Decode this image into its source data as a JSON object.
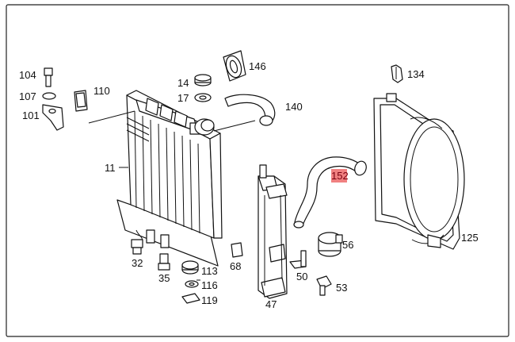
{
  "diagram": {
    "labels": {
      "p104": "104",
      "p107": "107",
      "p101": "101",
      "p110": "110",
      "p14": "14",
      "p17": "17",
      "p146": "146",
      "p140": "140",
      "p134": "134",
      "p11": "11",
      "p152": "152",
      "p56": "56",
      "p125": "125",
      "p32": "32",
      "p35": "35",
      "p113": "113",
      "p116": "116",
      "p119": "119",
      "p68": "68",
      "p50": "50",
      "p53": "53",
      "p47": "47"
    },
    "highlight": {
      "part": "152",
      "color": "#f08080"
    }
  }
}
